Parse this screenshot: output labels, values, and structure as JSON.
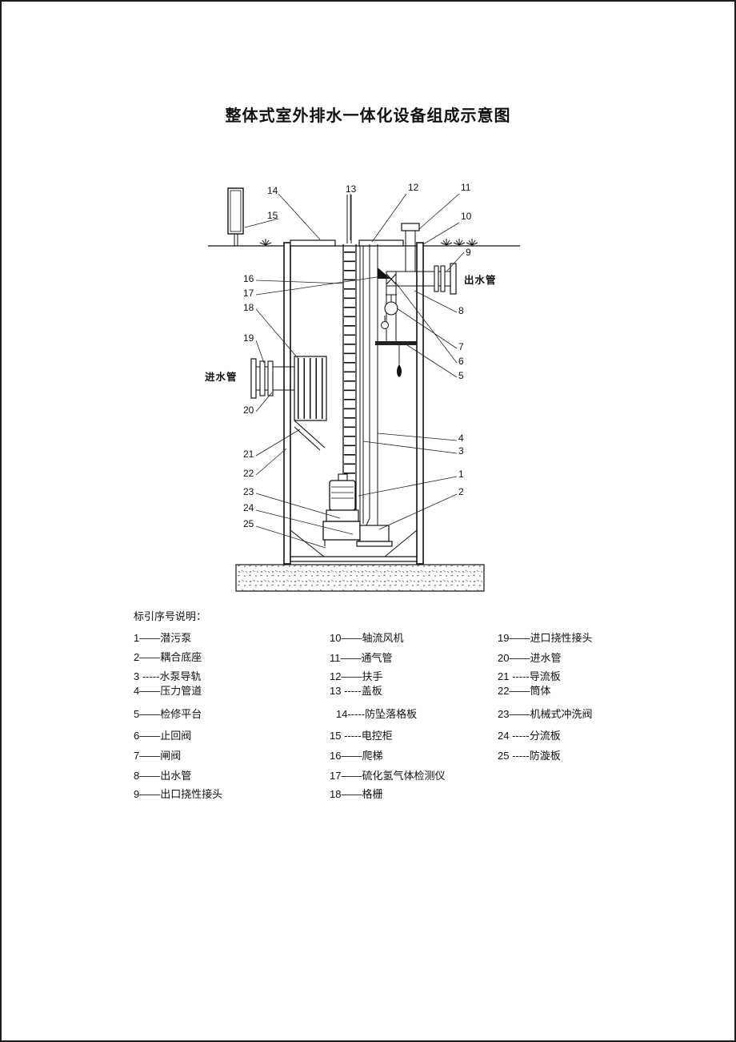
{
  "title": "整体式室外排水一体化设备组成示意图",
  "diagram": {
    "callout_numbers": [
      "1",
      "2",
      "3",
      "4",
      "5",
      "6",
      "7",
      "8",
      "9",
      "10",
      "11",
      "12",
      "13",
      "14",
      "15",
      "16",
      "17",
      "18",
      "19",
      "20",
      "21",
      "22",
      "23",
      "24",
      "25"
    ],
    "labels": {
      "inlet": "进水管",
      "outlet": "出水管"
    }
  },
  "legend": {
    "heading": "标引序号说明：",
    "col1": [
      "1——潜污泵",
      "2——耦合底座",
      "3 -----水泵导轨",
      "4——压力管道",
      "5——检修平台",
      "6——止回阀",
      "7——闸阀",
      "8——出水管",
      "9——出口挠性接头"
    ],
    "col2": [
      "10——轴流风机",
      "11——通气管",
      "12——扶手",
      "13 -----盖板",
      "14-----防坠落格板",
      "15 -----电控柜",
      "16——爬梯",
      "17——硫化氢气体检测仪",
      "18——格栅"
    ],
    "col3": [
      "19——进口挠性接头",
      "20——进水管",
      "21 -----导流板",
      "22——筒体",
      "23——机械式冲洗阀",
      "24 -----分流板",
      "25 -----防漩板"
    ]
  }
}
